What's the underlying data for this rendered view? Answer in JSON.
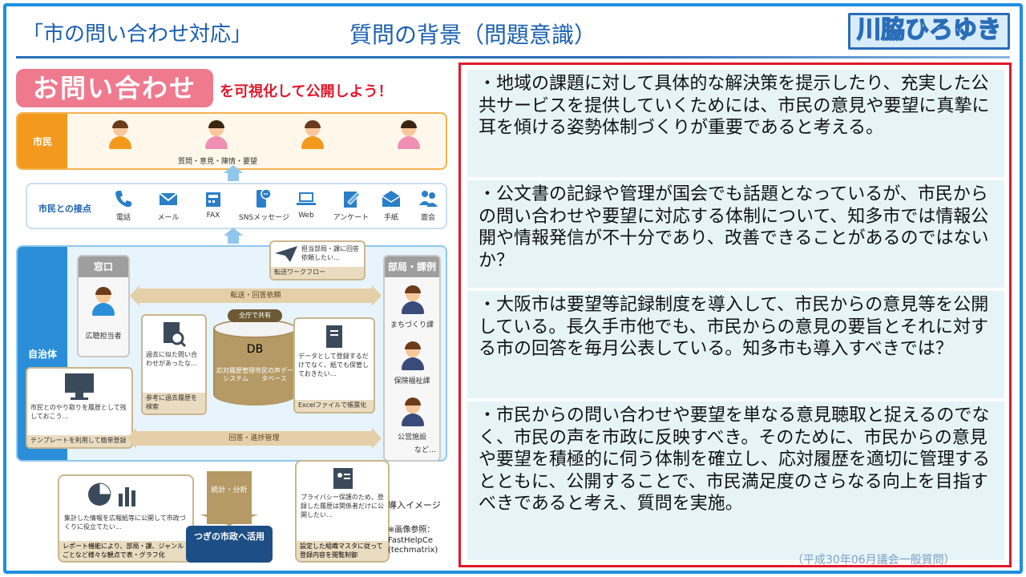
{
  "header": {
    "left_title": "「市の問い合わせ対応」",
    "center_title": "質問の背景（問題意識）",
    "badge": "川脇ひろゆき"
  },
  "infographic": {
    "banner": "お問い合わせ",
    "banner_tail": "を可視化して公開しよう！",
    "citizen_label": "市民",
    "citizen_items": "質問・意見・陳情・要望",
    "contact_title": "市民との接点",
    "channels": [
      "電話",
      "メール",
      "FAX",
      "SNSメッセージ",
      "Web",
      "アンケート",
      "手紙",
      "面会"
    ],
    "gov_label": "自治体",
    "window_head": "窓口",
    "window_role": "広聴担当者",
    "dept_head": "部局・課例",
    "dept_roles": [
      "まちづくり課",
      "保険福祉課",
      "公営施設"
    ],
    "dept_more": "など…",
    "forward_callout": "担当部局・課に回答依頼したい…",
    "forward_callout_foot": "転送ワークフロー",
    "flow_top": "転送・回答依頼",
    "flow_bottom": "回答・進捗管理",
    "past_callout": "過去に似た問い合わせがあったな…",
    "past_callout_foot": "参考に過去履歴を検索",
    "db_share": "全庁で共有",
    "db_label": "DB",
    "db_left": "応対履歴管理システム",
    "db_right": "市民の声データベース",
    "data_callout": "データとして登録するだけでなく、紙でも保管しておきたい…",
    "data_callout_foot": "Excelファイルで帳票化",
    "template_callout": "市民とのやり取りを履歴として残しておこう…",
    "template_callout_foot": "テンプレートを利用して簡単登録",
    "stat_arrow": "統計・分析",
    "stat_text": "集計した情報を広報紙等に公開して市政づくりに役立てたい…",
    "stat_foot": "レポート機能により、部局・課、ジャンルごとなど様々な観点で表・グラフ化",
    "next_box": "つぎの市政へ活用",
    "privacy_text": "プライバシー保護のため、登録した履歴は関係者だけに公開したい…",
    "privacy_foot": "設定した組織マスタに従って登録内容を閲覧制御",
    "image_caption": "導入イメージ",
    "image_ref": "※画像参照：FastHelpCe (techmatrix)"
  },
  "paragraphs": [
    "・地域の課題に対して具体的な解決策を提示したり、充実した公共サービスを提供していくためには、市民の意見や要望に真摯に耳を傾ける姿勢体制づくりが重要であると考える。",
    "・公文書の記録や管理が国会でも話題となっているが、市民からの問い合わせや要望に対応する体制について、知多市では情報公開や情報発信が不十分であり、改善できることがあるのではないか？",
    "・大阪市は要望等記録制度を導入して、市民からの意見等を公開している。長久手市他でも、市民からの意見の要旨とそれに対する市の回答を毎月公表している。知多市も導入すべきでは？",
    "・市民からの問い合わせや要望を単なる意見聴取と捉えるのでなく、市民の声を市政に反映すべき。そのために、市民からの意見や要望を積極的に伺う体制を確立し、応対履歴を適切に管理するとともに、公開することで、市民満足度のさらなる向上を目指すべきであると考え、質問を実施。"
  ],
  "footer_note": "（平成30年06月議会一般質問）",
  "colors": {
    "frame": "#1e8fe0",
    "title": "#1a5fb0",
    "panel_border": "#e0182d",
    "paragraph_bg": "#e6f4f8",
    "banner_pink": "#ef7a8e"
  }
}
